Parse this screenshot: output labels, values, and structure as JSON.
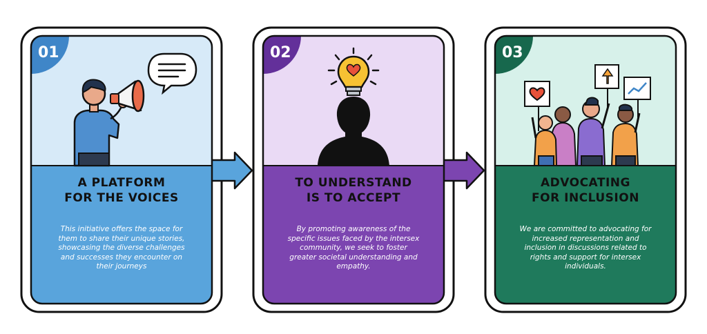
{
  "colors": {
    "outline": "#111111",
    "card1_top": "#d7eaf8",
    "card1_bottom": "#59a4dc",
    "card2_top": "#eadaf5",
    "card2_bottom": "#7c45b0",
    "card3_top": "#d7f1ea",
    "card3_bottom": "#1f7a5c"
  },
  "cards": [
    {
      "number": "01",
      "title_line1": "A PLATFORM",
      "title_line2": "FOR THE VOICES",
      "description": "This initiative offers the space for them to share their unique stories, showcasing the diverse challenges and successes they encounter on their journeys",
      "illustration": "megaphone-person-icon"
    },
    {
      "number": "02",
      "title_line1": "TO UNDERSTAND",
      "title_line2": "IS TO ACCEPT",
      "description": "By promoting awareness of the specific issues faced by the intersex community, we seek to foster greater societal understanding and empathy.",
      "illustration": "lightbulb-silhouette-icon"
    },
    {
      "number": "03",
      "title_line1": "ADVOCATING",
      "title_line2": "FOR INCLUSION",
      "description": "We are committed to advocating for increased representation and inclusion in discussions related to rights and support for intersex individuals.",
      "illustration": "protest-group-icon"
    }
  ]
}
